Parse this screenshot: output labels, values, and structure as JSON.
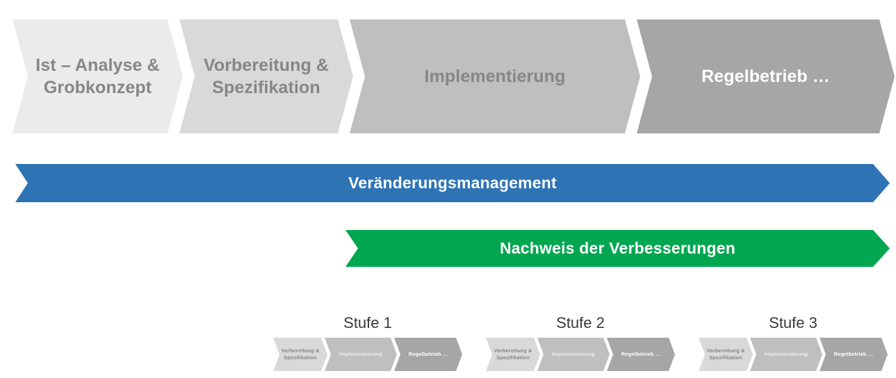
{
  "colors": {
    "phase_1": "#ebebeb",
    "phase_2": "#d9d9d9",
    "phase_3": "#bfbfbf",
    "phase_4": "#a6a6a6",
    "change_banner": "#2e74b5",
    "proof_banner": "#00a650",
    "gray_text": "#868686",
    "white_text": "#ffffff",
    "title_text": "#3a3a3a"
  },
  "phases": [
    {
      "label": "Ist – Analyse &\nGrobkonzept"
    },
    {
      "label": "Vorbereitung &\nSpezifikation"
    },
    {
      "label": "Implementierung"
    },
    {
      "label": "Regelbetrieb …"
    }
  ],
  "banners": [
    {
      "label": "Veränderungsmanagement"
    },
    {
      "label": "Nachweis der Verbesserungen"
    }
  ],
  "stufen": [
    {
      "title": "Stufe 1",
      "steps": [
        {
          "label": "Vorbereitung &\nSpezifikation"
        },
        {
          "label": "Implementierung"
        },
        {
          "label": "Regelbetrieb …"
        }
      ]
    },
    {
      "title": "Stufe 2",
      "steps": [
        {
          "label": "Vorbereitung &\nSpezifikation"
        },
        {
          "label": "Implementierung"
        },
        {
          "label": "Regelbetrieb …"
        }
      ]
    },
    {
      "title": "Stufe 3",
      "steps": [
        {
          "label": "Vorbereitung &\nSpezifikation"
        },
        {
          "label": "Implementierung"
        },
        {
          "label": "Regelbetrieb …"
        }
      ]
    }
  ]
}
